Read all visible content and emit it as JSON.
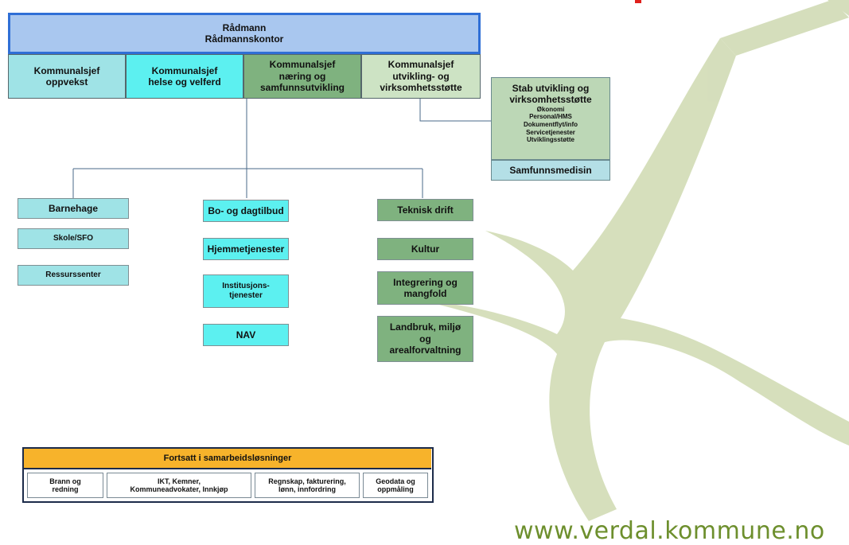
{
  "top": {
    "line1": "Rådmann",
    "line2": "Rådmannskontor"
  },
  "chiefs": [
    {
      "line1": "Kommunalsjef",
      "line2": "oppvekst",
      "line3": ""
    },
    {
      "line1": "Kommunalsjef",
      "line2": "helse og velferd",
      "line3": ""
    },
    {
      "line1": "Kommunalsjef",
      "line2": "næring og",
      "line3": "samfunnsutvikling"
    },
    {
      "line1": "Kommunalsjef",
      "line2": "utvikling- og",
      "line3": "virksomhetsstøtte"
    }
  ],
  "stab": {
    "title1": "Stab utvikling og",
    "title2": "virksomhetsstøtte",
    "items": [
      "Økonomi",
      "Personal/HMS",
      "Dokumentflyt/info",
      "Servicetjenester",
      "Utviklingsstøtte"
    ],
    "footer": "Samfunnsmedisin"
  },
  "col_oppvekst": [
    "Barnehage",
    "Skole/SFO",
    "Ressurssenter"
  ],
  "col_helse": [
    {
      "line1": "Bo- og dagtilbud",
      "line2": ""
    },
    {
      "line1": "Hjemmetjenester",
      "line2": ""
    },
    {
      "line1": "Institusjons-",
      "line2": "tjenester"
    },
    {
      "line1": "NAV",
      "line2": ""
    }
  ],
  "col_naering": [
    {
      "line1": "Teknisk drift",
      "line2": "",
      "line3": "",
      "line4": ""
    },
    {
      "line1": "Kultur",
      "line2": "",
      "line3": "",
      "line4": ""
    },
    {
      "line1": "Integrering og",
      "line2": "mangfold",
      "line3": "",
      "line4": ""
    },
    {
      "line1": "Landbruk, miljø",
      "line2": "og",
      "line3": "arealforvaltning",
      "line4": ""
    }
  ],
  "cooperation": {
    "title": "Fortsatt i samarbeidsløsninger",
    "cells": [
      {
        "line1": "Brann og",
        "line2": "redning"
      },
      {
        "line1": "IKT, Kemner,",
        "line2": "Kommuneadvokater, Innkjøp"
      },
      {
        "line1": "Regnskap, fakturering,",
        "line2": "lønn, innfordring"
      },
      {
        "line1": "Geodata og",
        "line2": "oppmåling"
      }
    ]
  },
  "website": "www.verdal.kommune.no",
  "colors": {
    "accent_green": "#b9c98a",
    "url_green": "#6d8f2d",
    "red_mark": "#e0201c"
  }
}
